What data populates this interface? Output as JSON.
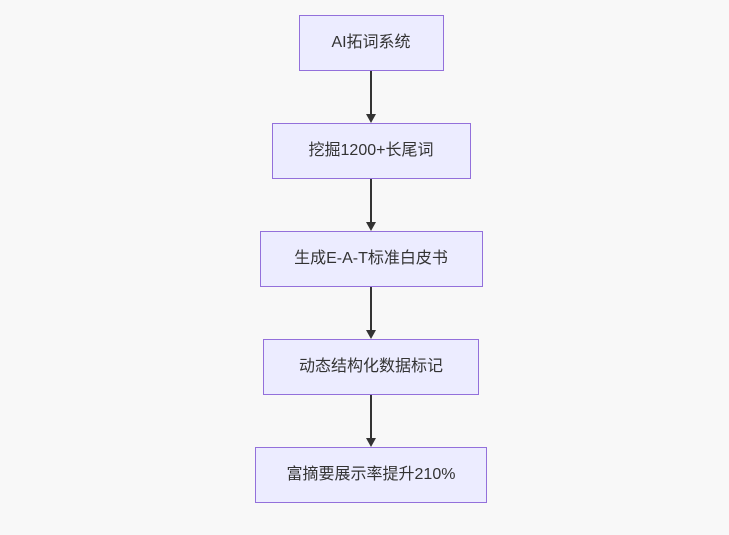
{
  "flowchart": {
    "type": "flowchart",
    "direction": "top-down",
    "nodes": [
      {
        "id": "n1",
        "label": "AI拓词系统"
      },
      {
        "id": "n2",
        "label": "挖掘1200+长尾词"
      },
      {
        "id": "n3",
        "label": "生成E-A-T标准白皮书"
      },
      {
        "id": "n4",
        "label": "动态结构化数据标记"
      },
      {
        "id": "n5",
        "label": "富摘要展示率提升210%"
      }
    ],
    "edges": [
      {
        "from": "n1",
        "to": "n2",
        "style": "arrow-down"
      },
      {
        "from": "n2",
        "to": "n3",
        "style": "arrow-down"
      },
      {
        "from": "n3",
        "to": "n4",
        "style": "arrow-down"
      },
      {
        "from": "n4",
        "to": "n5",
        "style": "arrow-down"
      }
    ],
    "colors": {
      "background": "#f8f8f8",
      "node_fill": "#ececff",
      "node_border": "#9370db",
      "text": "#333333",
      "arrow": "#333333"
    }
  }
}
